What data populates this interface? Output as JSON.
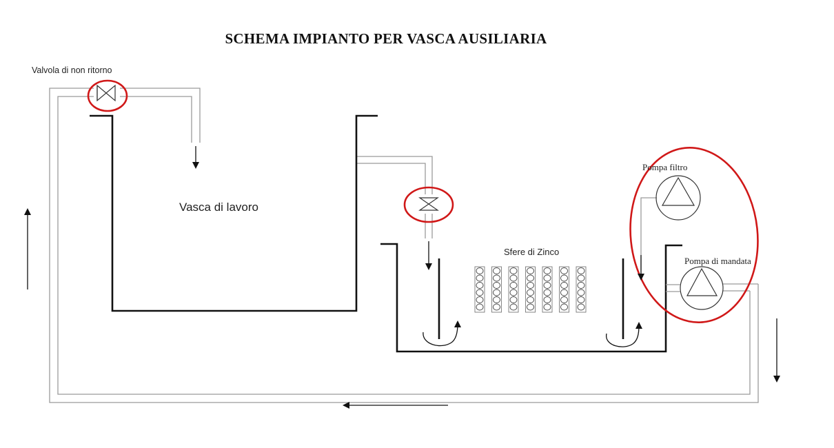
{
  "diagram": {
    "title": "SCHEMA IMPIANTO PER VASCA AUSILIARIA",
    "labels": {
      "check_valve": "Valvola di non ritorno",
      "work_tank": "Vasca di lavoro",
      "zinc_spheres": "Sfere di Zinco",
      "filter_pump": "Pompa filtro",
      "delivery_pump": "Pompa di mandata"
    },
    "highlight_color": "#d01818",
    "tank_color": "#111111",
    "pipe_color": "#9a9a9a"
  }
}
